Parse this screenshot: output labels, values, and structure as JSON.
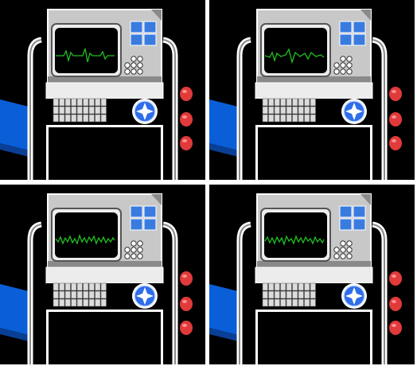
{
  "colors": {
    "background": "#000000",
    "separator": "#ffffff",
    "machine_body": "#c8c8c8",
    "machine_shade": "#8a8a8a",
    "machine_highlight": "#ececec",
    "screen_bezel": "#555555",
    "screen_bg": "#000000",
    "waveform": "#20c020",
    "grid_tile": "#3a7be0",
    "blue_floor": "#0a5fd8",
    "hand": "#e03a3a",
    "compass_blue": "#2f6ee8"
  },
  "frames": [
    {
      "name": "frame-top-left",
      "waveform": "flat-pulse"
    },
    {
      "name": "frame-top-right",
      "waveform": "spiky-pulse"
    },
    {
      "name": "frame-bottom-left",
      "waveform": "dense-noise"
    },
    {
      "name": "frame-bottom-right",
      "waveform": "dense-noise-2"
    }
  ]
}
